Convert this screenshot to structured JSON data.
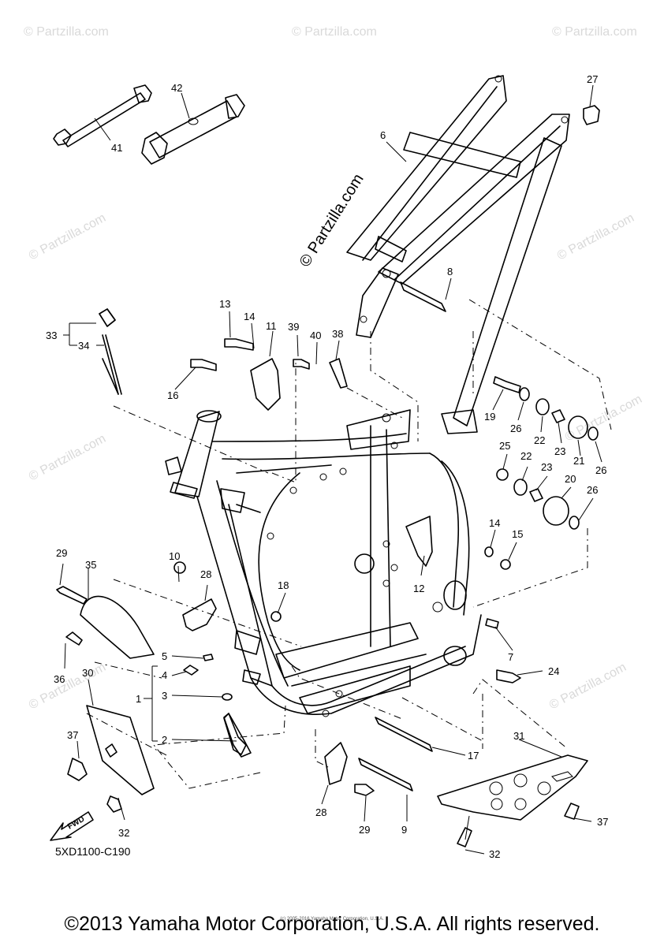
{
  "watermark": "© Partzilla.com",
  "diagram_code": "5XD1100-C190",
  "copyright": "©2013 Yamaha Motor Corporation, U.S.A. All rights reserved.",
  "small_print": "(c) 2005-2016 Yamaha Motor Corporation, U.S.A.",
  "fwd_label": "FWD",
  "callouts": {
    "c1": "1",
    "c2": "2",
    "c3": "3",
    "c4": "4",
    "c5": "5",
    "c6": "6",
    "c7": "7",
    "c8": "8",
    "c9": "9",
    "c10": "10",
    "c11": "11",
    "c12": "12",
    "c13": "13",
    "c14a": "14",
    "c14b": "14",
    "c15": "15",
    "c16": "16",
    "c17": "17",
    "c18": "18",
    "c19": "19",
    "c20": "20",
    "c21": "21",
    "c22a": "22",
    "c22b": "22",
    "c23a": "23",
    "c23b": "23",
    "c24": "24",
    "c25": "25",
    "c26a": "26",
    "c26b": "26",
    "c26c": "26",
    "c27": "27",
    "c28a": "28",
    "c28b": "28",
    "c29a": "29",
    "c29b": "29",
    "c30": "30",
    "c31": "31",
    "c32a": "32",
    "c32b": "32",
    "c33": "33",
    "c34": "34",
    "c35": "35",
    "c36": "36",
    "c37a": "37",
    "c37b": "37",
    "c38": "38",
    "c39": "39",
    "c40": "40",
    "c41": "41",
    "c42": "42"
  }
}
